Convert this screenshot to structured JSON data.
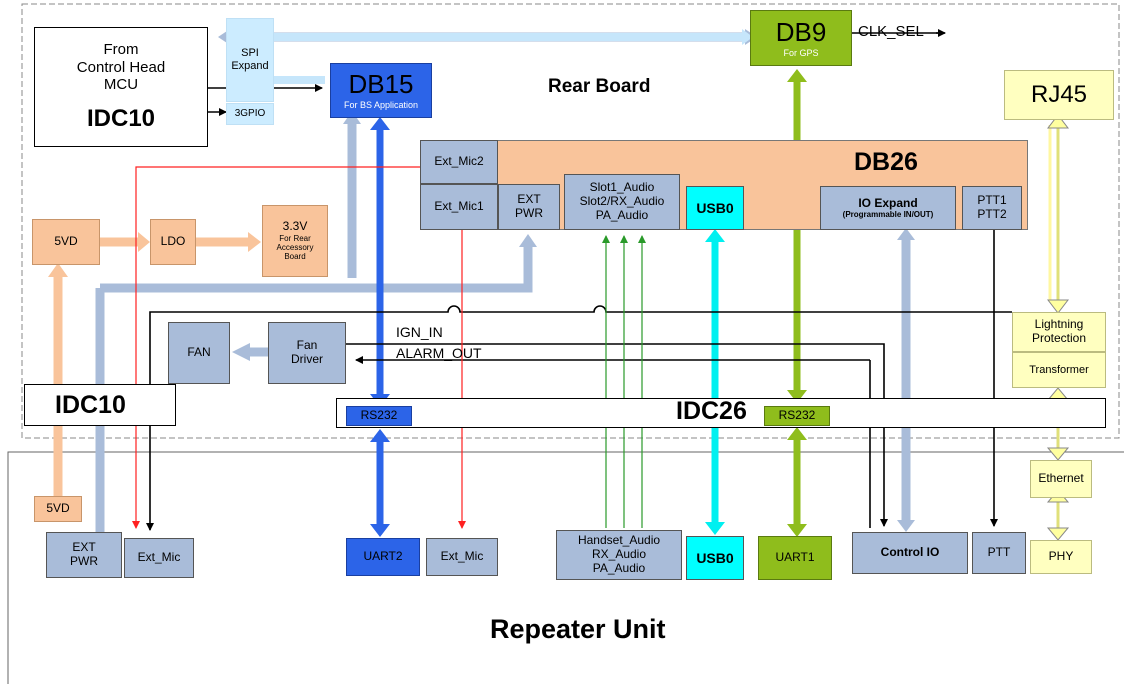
{
  "title_rear_board": "Rear Board",
  "title_repeater": "Repeater Unit",
  "idc10_top": {
    "line1": "From",
    "line2": "Control Head",
    "line3": "MCU",
    "name": "IDC10"
  },
  "spi_expand": "SPI\nExpand",
  "gpio": "3GPIO",
  "db15": {
    "name": "DB15",
    "sub": "For BS Application"
  },
  "db9": {
    "name": "DB9",
    "sub": "For GPS"
  },
  "clk_sel": "CLK_SEL",
  "rj45": "RJ45",
  "db26": "DB26",
  "ext_mic2": "Ext_Mic2",
  "ext_mic1": "Ext_Mic1",
  "ext_pwr": "EXT\nPWR",
  "slot_audio": "Slot1_Audio\nSlot2/RX_Audio\nPA_Audio",
  "usb0": "USB0",
  "io_expand": {
    "name": "IO Expand",
    "sub": "(Programmable IN/OUT)"
  },
  "ptt12": "PTT1\nPTT2",
  "vd5": "5VD",
  "ldo": "LDO",
  "v33": {
    "name": "3.3V",
    "sub": "For Rear\nAccessory\nBoard"
  },
  "fan": "FAN",
  "fan_driver": "Fan\nDriver",
  "ign_in": "IGN_IN",
  "alarm_out": "ALARM_OUT",
  "idc10_bottom": "IDC10",
  "idc26": "IDC26",
  "rs232": "RS232",
  "lightning": "Lightning\nProtection",
  "transformer": "Transformer",
  "ethernet": "Ethernet",
  "phy": "PHY",
  "bottom": {
    "vd5": "5VD",
    "ext_pwr": "EXT\nPWR",
    "ext_mic_left": "Ext_Mic",
    "uart2": "UART2",
    "ext_mic_mid": "Ext_Mic",
    "handset": "Handset_Audio\nRX_Audio\nPA_Audio",
    "usb0": "USB0",
    "uart1": "UART1",
    "control_io": "Control IO",
    "ptt": "PTT"
  },
  "colors": {
    "light_blue": "#a9bcd9",
    "peach": "#f9c49b",
    "cyan": "#00ffff",
    "green": "#8fbd1c",
    "blue": "#2c64e8",
    "pale_blue": "#ccecff",
    "yellow": "#ffffc0",
    "red_line": "#ff2020"
  }
}
